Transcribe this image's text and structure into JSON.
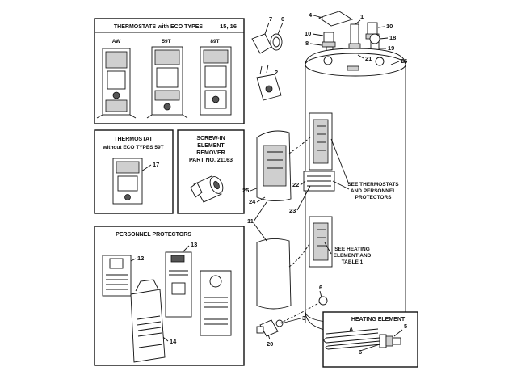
{
  "panels": {
    "thermostats_eco": {
      "title": "THERMOSTATS with ECO TYPES",
      "ref": "15, 16",
      "types": [
        "AW",
        "59T",
        "89T"
      ]
    },
    "thermostat_no_eco": {
      "title_line1": "THERMOSTAT",
      "title_line2": "without ECO TYPES 59T",
      "ref": "17"
    },
    "element_remover": {
      "line1": "SCREW-IN",
      "line2": "ELEMENT",
      "line3": "REMOVER",
      "line4": "PART NO. 21163"
    },
    "personnel_protectors": {
      "title": "PERSONNEL PROTECTORS",
      "refs": [
        "12",
        "13",
        "14"
      ]
    },
    "heating_element": {
      "title": "HEATING ELEMENT",
      "letter_a": "A",
      "refs": [
        "5",
        "6"
      ]
    }
  },
  "callouts": {
    "see_thermostats": [
      "SEE THERMOSTATS",
      "AND PERSONNEL",
      "PROTECTORS"
    ],
    "see_heating": [
      "SEE HEATING",
      "ELEMENT AND",
      "TABLE 1"
    ]
  },
  "part_numbers": {
    "p1": "1",
    "p2": "2",
    "p3": "3",
    "p4": "4",
    "p6": "6",
    "p7": "7",
    "p8": "8",
    "p10a": "10",
    "p10b": "10",
    "p11": "11",
    "p18": "18",
    "p19": "19",
    "p20": "20",
    "p21": "21",
    "p22": "22",
    "p23": "23",
    "p24": "24",
    "p25": "25",
    "p26": "26",
    "p6b": "6"
  }
}
